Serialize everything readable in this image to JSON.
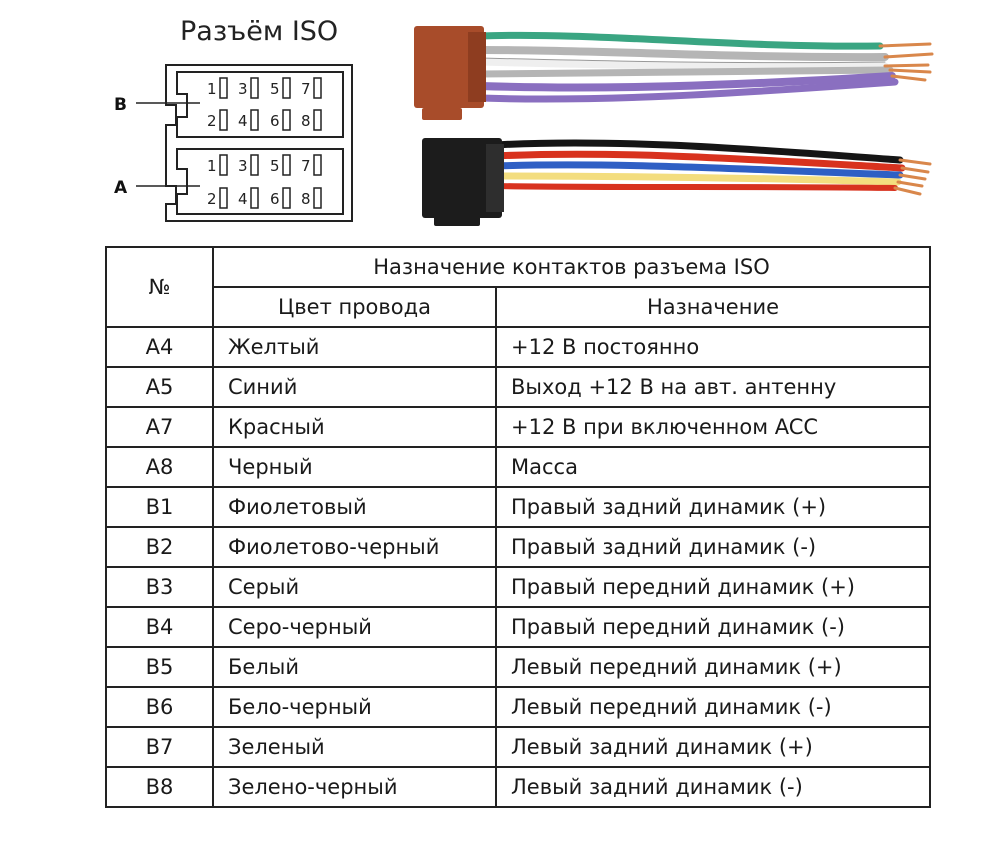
{
  "title": "Разъём ISO",
  "connector": {
    "label_a": "A",
    "label_b": "B",
    "pins": [
      "1",
      "2",
      "3",
      "4",
      "5",
      "6",
      "7",
      "8"
    ]
  },
  "table": {
    "group_header": "Назначение контактов разъема ISO",
    "col_no": "№",
    "col_color": "Цвет провода",
    "col_purpose": "Назначение",
    "rows": [
      {
        "no": "A4",
        "color": "Желтый",
        "purpose": "+12 В постоянно"
      },
      {
        "no": "A5",
        "color": "Синий",
        "purpose": "Выход +12 В на авт. антенну"
      },
      {
        "no": "A7",
        "color": "Красный",
        "purpose": "+12 В при включенном ACC"
      },
      {
        "no": "A8",
        "color": "Черный",
        "purpose": "Масса"
      },
      {
        "no": "B1",
        "color": "Фиолетовый",
        "purpose": "Правый задний динамик (+)"
      },
      {
        "no": "B2",
        "color": "Фиолетово-черный",
        "purpose": "Правый задний динамик (-)"
      },
      {
        "no": "B3",
        "color": "Серый",
        "purpose": "Правый передний динамик (+)"
      },
      {
        "no": "B4",
        "color": "Серо-черный",
        "purpose": "Правый передний динамик (-)"
      },
      {
        "no": "B5",
        "color": "Белый",
        "purpose": "Левый передний динамик (+)"
      },
      {
        "no": "B6",
        "color": "Бело-черный",
        "purpose": "Левый передний динамик (-)"
      },
      {
        "no": "B7",
        "color": "Зеленый",
        "purpose": "Левый задний динамик (+)"
      },
      {
        "no": "B8",
        "color": "Зелено-черный",
        "purpose": "Левый задний динамик (-)"
      }
    ]
  },
  "colors": {
    "connector_brown": "#a84c2a",
    "connector_black": "#1c1c1c",
    "wire_green": "#3aa582",
    "wire_grey": "#b5b5b5",
    "wire_white": "#f1f1f1",
    "wire_purple": "#8a6fc0",
    "wire_yellow": "#f3dd7e",
    "wire_blue": "#2e5fc4",
    "wire_red": "#d8321e",
    "wire_black": "#151515",
    "copper": "#d9874b"
  }
}
